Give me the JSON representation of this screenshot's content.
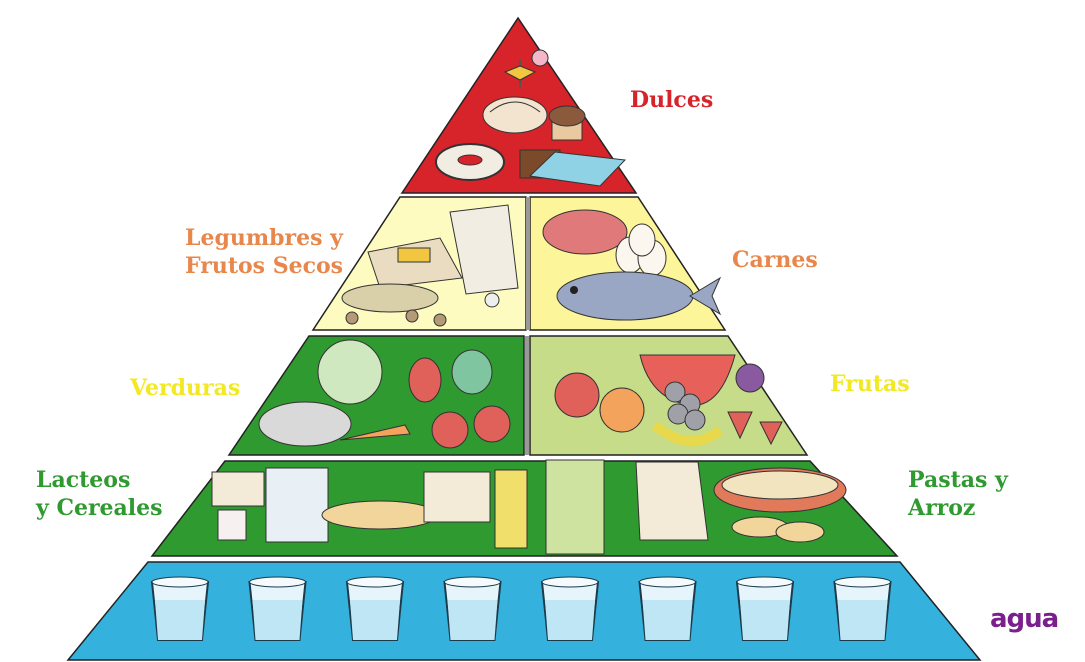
{
  "labels": {
    "dulces": "Dulces",
    "legumbres_1": "Legumbres y",
    "legumbres_2": "Frutos Secos",
    "carnes": "Carnes",
    "verduras": "Verduras",
    "frutas": "Frutas",
    "lacteos_1": "Lacteos",
    "lacteos_2": "y Cereales",
    "pastas_1": "Pastas y",
    "pastas_2": "Arroz",
    "agua": "agua"
  },
  "colors": {
    "dulces_fill": "#d7232a",
    "dulces_text": "#d7232a",
    "legumbres_fill": "#fdfbbf",
    "carnes_fill": "#fdf59a",
    "legumbres_text": "#e8874b",
    "carnes_text": "#e8874b",
    "verduras_fill": "#2f9a2f",
    "verduras_text": "#f2e823",
    "frutas_fill": "#c6dc88",
    "frutas_text": "#f2e823",
    "lacteos_fill": "#2f9a2f",
    "lacteos_text": "#2f9a2f",
    "pastas_text": "#2f9a2f",
    "agua_fill": "#35b1dd",
    "agua_text": "#7a1f8c"
  },
  "icons": [
    "candy-icon",
    "croissant-icon",
    "muffin-icon",
    "donut-icon",
    "chocolate-icon",
    "lentils-sack-icon",
    "chickpeas-sack-icon",
    "meat-icon",
    "eggs-icon",
    "fish-icon",
    "cabbage-icon",
    "eggplant-icon",
    "carrot-icon",
    "pepper-icon",
    "tomato-icon",
    "apple-icon",
    "watermelon-icon",
    "grapes-icon",
    "banana-icon",
    "strawberry-icon",
    "milk-carton-icon",
    "bread-icon",
    "oil-bottle-icon",
    "cereal-box-icon",
    "gofio-bag-icon",
    "pasta-dish-icon",
    "water-glass-icon"
  ],
  "water_glass_count": 8
}
